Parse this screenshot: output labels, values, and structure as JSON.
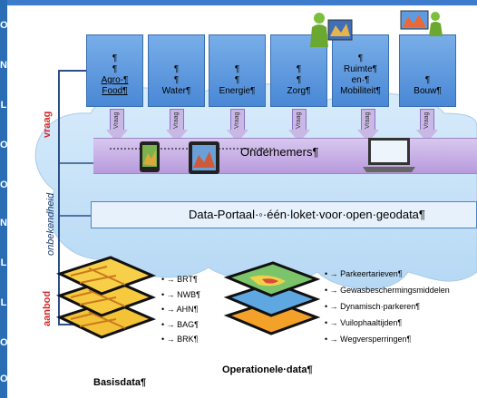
{
  "left_strip": {
    "letters": [
      "O",
      "N",
      "L",
      "O",
      "O",
      "N",
      "L",
      "L",
      "O",
      "O"
    ]
  },
  "sectors": [
    {
      "lines": [
        "¶",
        "¶",
        "Agro-¶",
        "Food¶"
      ]
    },
    {
      "lines": [
        "¶",
        "¶",
        "Water¶"
      ]
    },
    {
      "lines": [
        "¶",
        "¶",
        "Energie¶"
      ]
    },
    {
      "lines": [
        "¶",
        "¶",
        "Zorg¶"
      ]
    },
    {
      "lines": [
        "¶",
        "Ruimte¶",
        "en·¶",
        "Mobiliteit¶"
      ]
    },
    {
      "lines": [
        "¶",
        "Bouw¶"
      ]
    }
  ],
  "vraag_arrow_label": "Vraag",
  "ondernemers_label": "Ondernemers¶",
  "portal_label": "Data-Portaal·◦·één·loket·voor·open·geodata¶",
  "side_labels": {
    "vraag": "vraag",
    "onbekendheid": "onbekendheid",
    "aanbod": "aanbod"
  },
  "basis_items": [
    "BRT¶",
    "NWB¶",
    "AHN¶",
    "BAG¶",
    "BRK¶"
  ],
  "operationele_items": [
    "Parkeertarieven¶",
    "Gewasbeschermingsmiddelen",
    "Dynamisch·parkeren¶",
    "Vuilophaaltijden¶",
    "Wegversperringen¶"
  ],
  "captions": {
    "basis": "Basisdata¶",
    "operationele": "Operationele·data¶"
  },
  "bullet_arrow": "• →"
}
